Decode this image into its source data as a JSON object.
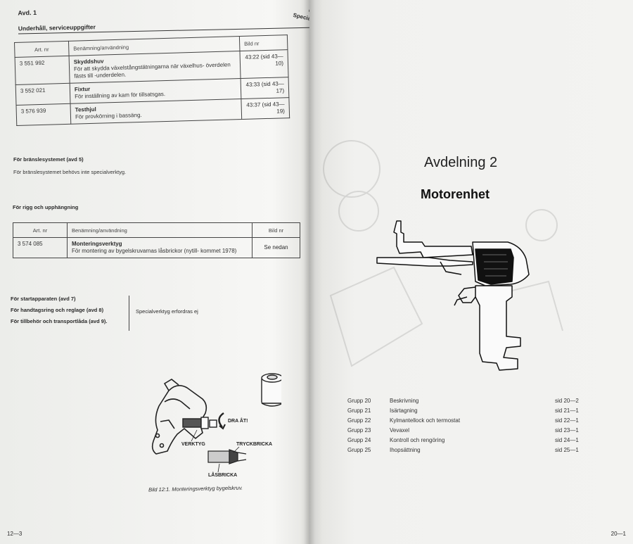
{
  "left_page": {
    "avd": "Avd. 1",
    "corner_header": [
      "Grupp",
      "Specialverk"
    ],
    "section_title": "Underhåll, serviceuppgifter",
    "table_headers": {
      "art": "Art. nr",
      "name": "Benämning/användning",
      "bild": "Bild nr"
    },
    "table1_rows": [
      {
        "art": "3 551 992",
        "name": "Skyddshuv",
        "desc": "För att skydda växelstångstätningarna när växelhus- överdelen fästs till -underdelen.",
        "bild": "43:22 (sid 43—10)"
      },
      {
        "art": "3 552 021",
        "name": "Fixtur",
        "desc": "För inställning av kam för tillsatsgas.",
        "bild": "43:33 (sid 43—17)"
      },
      {
        "art": "3 576 939",
        "name": "Testhjul",
        "desc": "För provkörning i bassäng.",
        "bild": "43:37 (sid 43—19)"
      }
    ],
    "fuel_heading": "För bränslesystemet (avd 5)",
    "fuel_text": "För bränslesystemet behövs inte specialverktyg.",
    "rigg_heading": "För rigg och upphängning",
    "table2_rows": [
      {
        "art": "3 574 085",
        "name": "Monteringsverktyg",
        "desc": "För montering av bygelskruvarnas låsbrickor (nytill- kommet 1978)",
        "bild": "Se nedan"
      }
    ],
    "brace_items": [
      "För startapparaten (avd 7)",
      "För handtagsring och reglage (avd 8)",
      "För tillbehör och transportlåda (avd 9)."
    ],
    "brace_note": "Specialverktyg erfordras ej",
    "figure": {
      "labels": {
        "dra_at": "DRA ÅT!",
        "verktyg": "VERKTYG",
        "tryckbricka": "TRYCKBRICKA",
        "lasbricka": "LÅSBRICKA"
      },
      "caption": "Bild 12:1. Monteringsverktyg bygelskruv."
    },
    "page_number": "12—3"
  },
  "right_page": {
    "section_title": "Avdelning 2",
    "section_subtitle": "Motorenhet",
    "contents": [
      {
        "group": "Grupp 20",
        "title": "Beskrivning",
        "page": "sid  20—2"
      },
      {
        "group": "Grupp 21",
        "title": "Isärtagning",
        "page": "sid  21—1"
      },
      {
        "group": "Grupp 22",
        "title": "Kylmantellock och termostat",
        "page": "sid  22—1"
      },
      {
        "group": "Grupp 23",
        "title": "Vevaxel",
        "page": "sid  23—1"
      },
      {
        "group": "Grupp 24",
        "title": "Kontroll och rengöring",
        "page": "sid  24—1"
      },
      {
        "group": "Grupp 25",
        "title": "Ihopsättning",
        "page": "sid  25—1"
      }
    ],
    "page_number": "20—1"
  },
  "colors": {
    "paper": "#f3f3f1",
    "ink": "#2a2a2a",
    "background": "#1b1b1b"
  }
}
